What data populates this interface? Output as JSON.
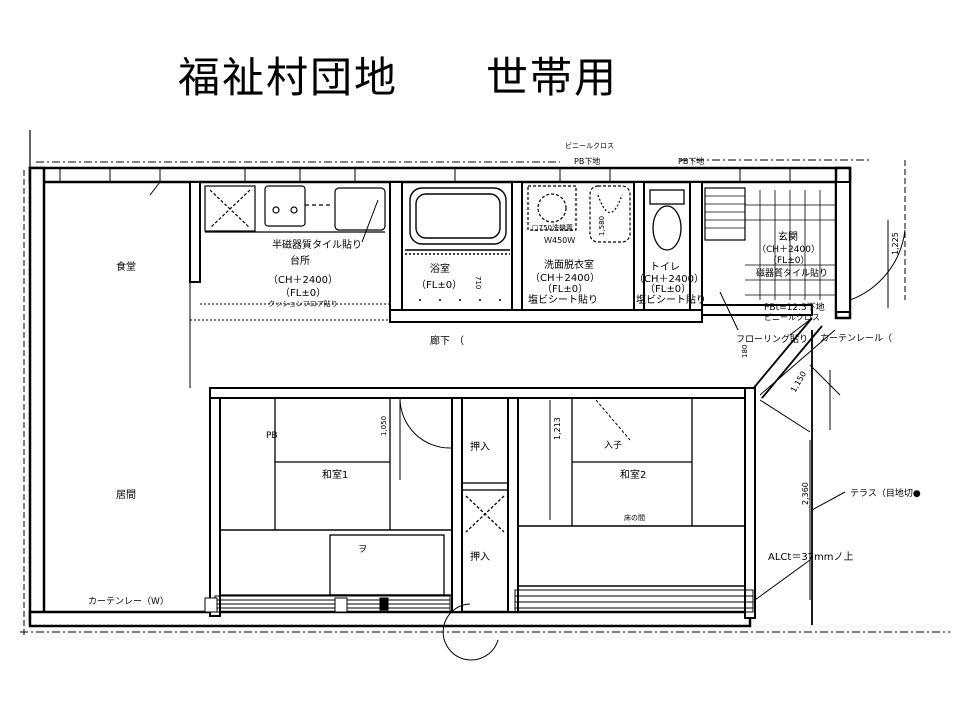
{
  "title": "福祉村団地　　世帯用",
  "rooms": {
    "dining": "食堂",
    "living": "居間",
    "kitchen": "台所",
    "bath": "浴室",
    "washroom": "洗面脱衣室",
    "toilet": "トイレ",
    "entrance": "玄関",
    "corridor": "廊下",
    "washitsu1": "和室1",
    "washitsu2": "和室2",
    "closet_a": "押入",
    "closet_b": "押入",
    "terrace": "テラス（目地切●"
  },
  "notes": {
    "kitchen_tile": "半磁器質タイル貼り",
    "kitchen_ch": "（CH＋2400）",
    "kitchen_fl": "（FL±0）",
    "kitchen_floor": "クッションフロア貼り",
    "bath_fl": "（FL±0）",
    "washroom_ch": "（CH＋2400）",
    "washroom_fl": "（FL±0）",
    "washroom_floor": "塩ビシート貼り",
    "washroom_top1": "ビニールクロス",
    "washroom_top2": "PB下地",
    "toilet_top": "PB下地",
    "toilet_ch": "（CH＋2400）",
    "toilet_fl": "（FL±0）",
    "toilet_floor": "塩ビシート貼り",
    "entrance_ch": "（CH＋2400）",
    "entrance_fl": "（FL±0）",
    "entrance_tile": "磁器質タイル貼り",
    "pb_note": "PBt=12.5下地",
    "cross_note": "ビニールクロス",
    "flooring": "フローリング貼り",
    "curtain_rail_1": "カーテンレール（",
    "curtain_rail_2": "カーテンレー（W）",
    "alc": "ALCt＝37mmノ上",
    "corridor_suffix": "（",
    "pb_mark": "PB",
    "washer_dim": "□750洗機置",
    "vanity_dim": "Ｗ450Ｗ",
    "closet_label": "入子",
    "counter_label": "ヲ",
    "tokonoma": "床の間"
  },
  "dimensions": {
    "d_1225": "1,225",
    "d_1150": "1,150",
    "d_2360": "2,360",
    "d_1213": "1,213",
    "d_1050": "1,050",
    "d_710": "710",
    "d_1580": "1,580",
    "d_180": "180"
  }
}
